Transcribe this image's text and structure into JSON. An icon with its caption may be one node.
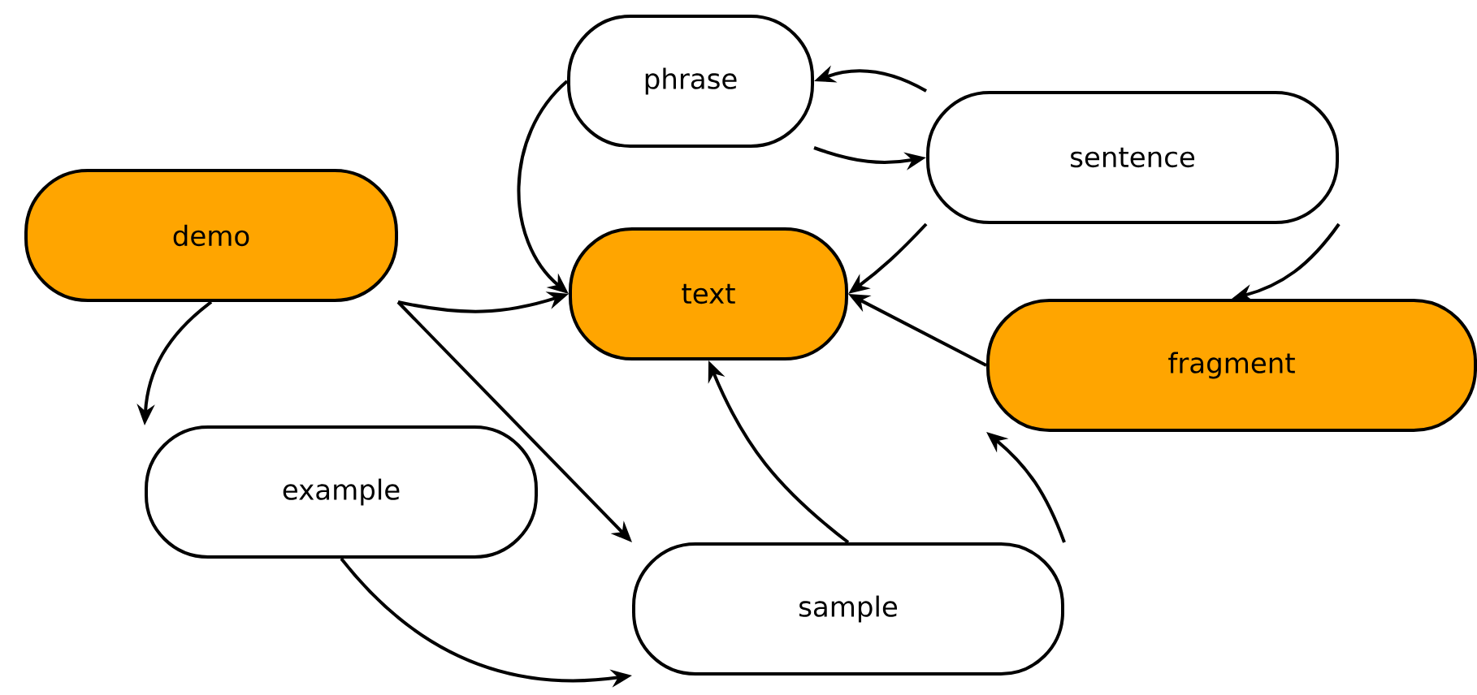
{
  "diagram": {
    "nodes": [
      {
        "text": [
          "phrase"
        ]
      },
      {
        "text": [
          "sentence"
        ]
      },
      {
        "text": [
          "demo"
        ]
      },
      {
        "text": [
          "text"
        ]
      },
      {
        "text": [
          "fragment"
        ]
      },
      {
        "text": [
          "example"
        ]
      },
      {
        "text": [
          "sample"
        ]
      }
    ],
    "edges": [
      {
        "from": 1,
        "to": 0,
        "arrow": "to"
      },
      {
        "from": 0,
        "to": 1,
        "arrow": "to"
      },
      {
        "from": 0,
        "to": 3,
        "arrow": "to"
      },
      {
        "from": 1,
        "to": 3,
        "arrow": "to"
      },
      {
        "from": 1,
        "to": 4,
        "arrow": "to"
      },
      {
        "from": 4,
        "to": 3,
        "arrow": "to"
      },
      {
        "from": 2,
        "to": 3,
        "arrow": "to"
      },
      {
        "from": 2,
        "to": 5,
        "arrow": "to"
      },
      {
        "from": 2,
        "to": 6,
        "arrow": "to"
      },
      {
        "from": 6,
        "to": 3,
        "arrow": "to"
      },
      {
        "from": 6,
        "to": 4,
        "arrow": "to"
      },
      {
        "from": 5,
        "to": 6,
        "arrow": "to"
      }
    ]
  }
}
